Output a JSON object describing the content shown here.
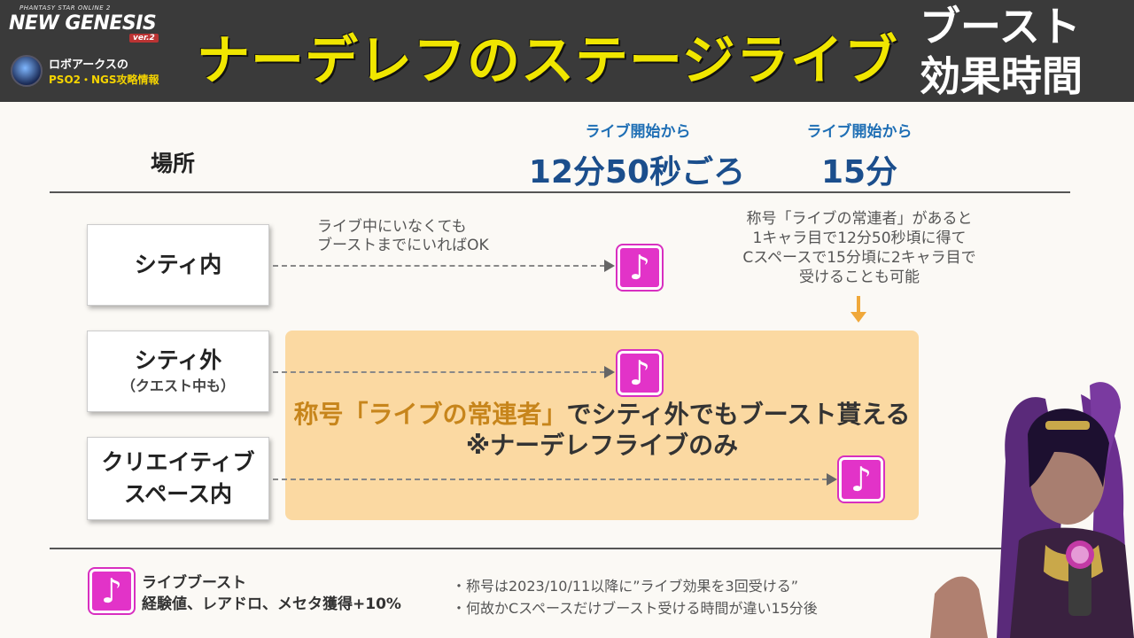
{
  "header": {
    "logo_top": "PHANTASY STAR ONLINE 2",
    "logo_main": "NEW GENESIS",
    "logo_ver": "ver.2",
    "site_line1": "ロボアークスの",
    "site_line2": "PSO2・NGS攻略情報",
    "title": "ナーデレフのステージライブ",
    "title_right_line1": "ブースト",
    "title_right_line2": "効果時間"
  },
  "columns": {
    "place_label": "場所",
    "col1_label": "ライブ開始から",
    "col1_value": "12分50秒ごろ",
    "col2_label": "ライブ開始から",
    "col2_value": "15分"
  },
  "rows": [
    {
      "title": "シティ内",
      "sub": ""
    },
    {
      "title": "シティ外",
      "sub": "（クエスト中も）"
    },
    {
      "title_line1": "クリエイティブ",
      "title_line2": "スペース内"
    }
  ],
  "notes": {
    "city_note_line1": "ライブ中にいなくても",
    "city_note_line2": "ブーストまでにいればOK",
    "title_note_line1": "称号「ライブの常連者」があると",
    "title_note_line2": "1キャラ目で12分50秒頃に得て",
    "title_note_line3": "Cスペースで15分頃に2キャラ目で",
    "title_note_line4": "受けることも可能"
  },
  "highlight": {
    "line1_part1": "称号「ライブの常連者」",
    "line1_part2": "でシティ外でもブースト貰える",
    "line2": "※ナーデレフライブのみ"
  },
  "legend": {
    "icon": "music-note-icon",
    "line1": "ライブブースト",
    "line2": "経験値、レアドロ、メセタ獲得+10%"
  },
  "footnotes": [
    "・称号は2023/10/11以降に”ライブ効果を3回受ける”",
    "・何故かCスペースだけブースト受ける時間が違い15分後"
  ],
  "colors": {
    "accent_yellow": "#f0e600",
    "boost_magenta": "#e233c8",
    "highlight_bg": "#fbd9a2",
    "highlight_text": "#c7851b",
    "column_blue": "#1b4e8c"
  }
}
